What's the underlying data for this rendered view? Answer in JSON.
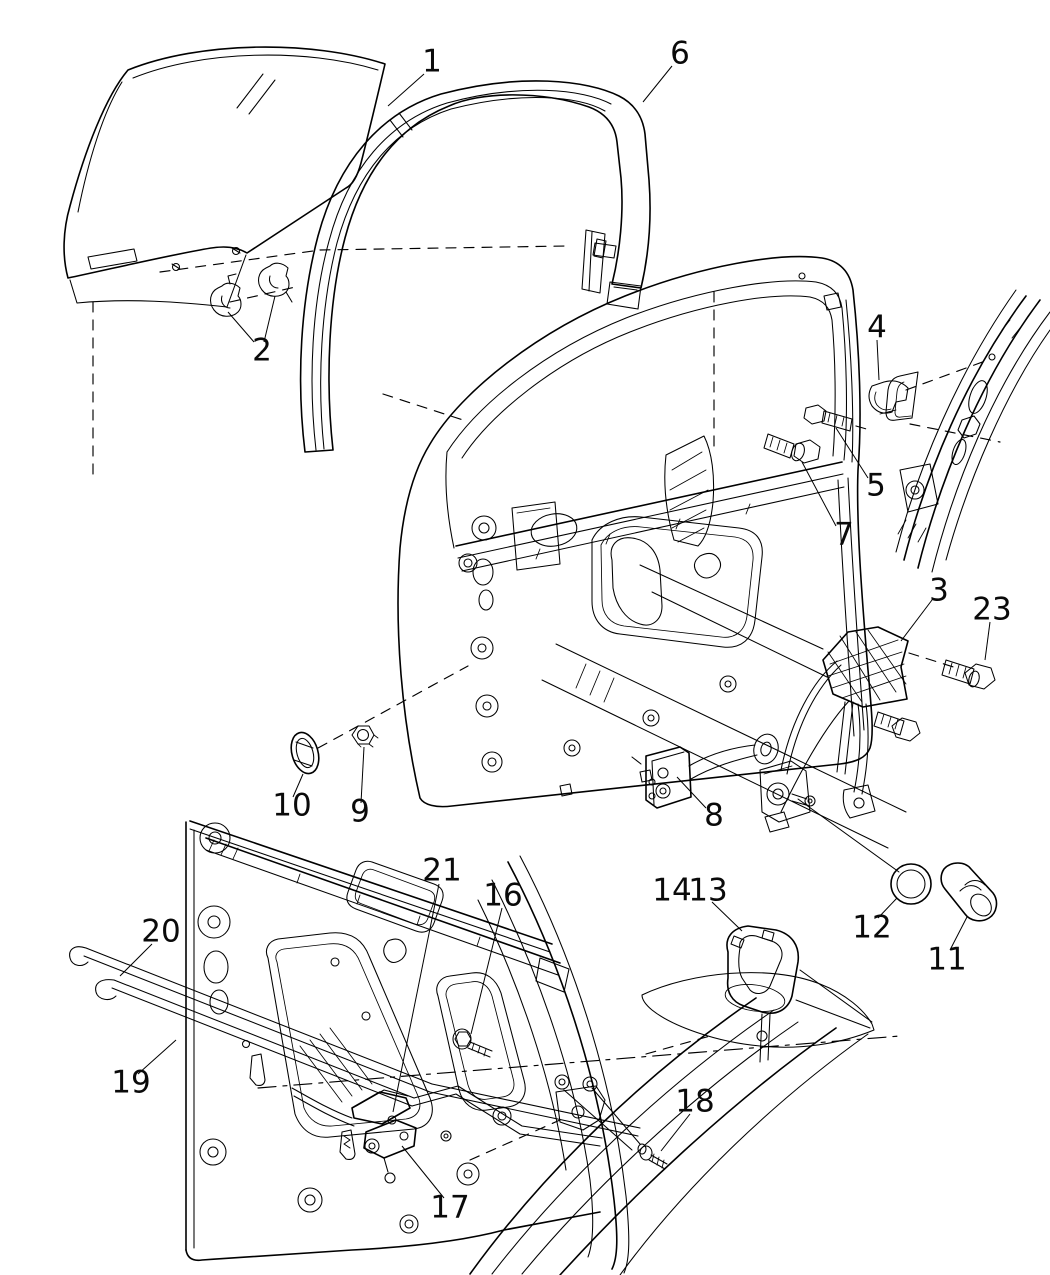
{
  "figure": {
    "background_color": "#ffffff",
    "line_color": "#000000",
    "callouts": [
      {
        "label": "1"
      },
      {
        "label": "2"
      },
      {
        "label": "3"
      },
      {
        "label": "4"
      },
      {
        "label": "5"
      },
      {
        "label": "6"
      },
      {
        "label": "7"
      },
      {
        "label": "8"
      },
      {
        "label": "9"
      },
      {
        "label": "10"
      },
      {
        "label": "11"
      },
      {
        "label": "12"
      },
      {
        "label": "13"
      },
      {
        "label": "14"
      },
      {
        "label": "16"
      },
      {
        "label": "17"
      },
      {
        "label": "18"
      },
      {
        "label": "19"
      },
      {
        "label": "20"
      },
      {
        "label": "21"
      },
      {
        "label": "23"
      }
    ]
  }
}
